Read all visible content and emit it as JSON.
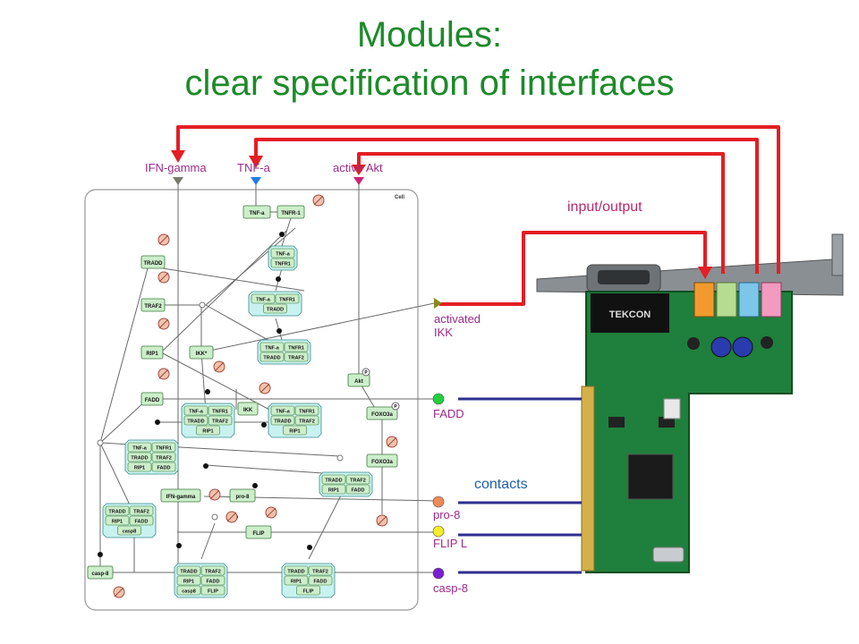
{
  "slide": {
    "title_line1": "Modules:",
    "title_line2": "clear specification of interfaces"
  },
  "inputs": {
    "ifn_gamma": "IFN-gamma",
    "tnf_a": "TNF-a",
    "active_akt": "active Akt"
  },
  "outputs": {
    "activated_ikk_line1": "activated",
    "activated_ikk_line2": "IKK",
    "fadd": "FADD",
    "pro8": "pro-8",
    "flip_l": "FLIP L",
    "casp8": "casp-8"
  },
  "annotations": {
    "input_output": "input/output",
    "contacts": "contacts"
  },
  "network": {
    "cell_label": "Cell",
    "species": {
      "tnf_a": "TNF-a",
      "tnfr1": "TNFR-1",
      "tradd": "TRADD",
      "traf2": "TRAF2",
      "rip1": "RIP1",
      "ikk_star": "IKK*",
      "fadd": "FADD",
      "ikk": "IKK",
      "akt": "Akt",
      "foxo3a_p": "FOXO3a",
      "foxo3a": "FOXO3a",
      "ifn_gamma": "IFN-gamma",
      "pro8": "pro-8",
      "flip": "FLIP",
      "casp8": "casp-8",
      "p_mark": "P"
    },
    "complexes": {
      "c_tnfa_tnfr1": [
        "TNF-a",
        "TNFR1"
      ],
      "c_tnfa_tnfr1_tradd": [
        "TNF-a",
        "TNFR1",
        "TRADD"
      ],
      "c_tnfa_tnfr1_tradd_traf2": [
        "TNF-a",
        "TNFR1",
        "TRADD",
        "TRAF2"
      ],
      "c_big_left": [
        "TNF-a",
        "TNFR1",
        "TRADD",
        "TRAF2",
        "RIP1"
      ],
      "c_big_right": [
        "TNF-a",
        "TNFR1",
        "TRADD",
        "TRAF2",
        "RIP1"
      ],
      "c_left_mid": [
        "TNF-a",
        "TNFR1",
        "TRADD",
        "TRAF2",
        "RIP1",
        "FADD"
      ],
      "c_right_mid": [
        "TRADD",
        "TRAF2",
        "RIP1",
        "FADD"
      ],
      "c_left_low": [
        "TRADD",
        "TRAF2",
        "RIP1",
        "FADD",
        "casp8"
      ],
      "c_bottom_1": [
        "TRADD",
        "TRAF2",
        "RIP1",
        "FADD",
        "casp8",
        "FLIP"
      ],
      "c_bottom_2": [
        "TRADD",
        "TRAF2",
        "RIP1",
        "FADD",
        "FLIP"
      ]
    }
  },
  "card": {
    "bracket_label": "TEKCON"
  },
  "colors": {
    "title_green": "#1d8a2a",
    "wire_red": "#e31e24",
    "contact_navy": "#2e2e8f",
    "label_purple": "#8b1a7c",
    "label_purple_text": "#9b2a8a",
    "species_green": "#cdeecb",
    "complex_cyan": "#c8f2f0",
    "pcb_green": "#1f7f3c",
    "dot_green": "#1fd13a",
    "dot_orange": "#ee8a55",
    "dot_yellow": "#f5ec2a",
    "dot_purple": "#7a1fd0",
    "tri_gray": "#7a7a6a",
    "tri_blue": "#1e7be8",
    "tri_magenta": "#d0207a",
    "tri_olive": "#8a8a1a",
    "annot_magenta": "#b42a6c",
    "annot_blue": "#1f5fa8"
  }
}
